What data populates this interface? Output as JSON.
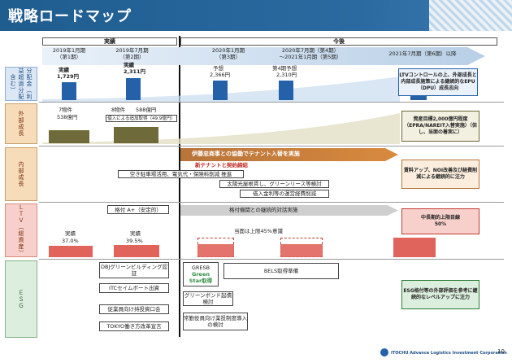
{
  "title": "戦略ロードマップ",
  "header": {
    "actual_label": "実績",
    "future_label": "今後",
    "periods": [
      {
        "line1": "2019年1月期",
        "line2": "（第1期）"
      },
      {
        "line1": "2019年7月期",
        "line2": "（第2期）"
      },
      {
        "line1": "2020年1月期",
        "line2": "（第3期）"
      },
      {
        "line1": "2020年7月期（第4期）",
        "line2": "～2021年1月期（第5期）"
      },
      {
        "line1": "2021年7月期（第6期）以降",
        "line2": ""
      }
    ]
  },
  "rows": {
    "dividend": {
      "label": "分配金（利益超過分配含む）",
      "p1": {
        "status": "実績",
        "value": "1,729円"
      },
      "p2": {
        "status": "実績",
        "value": "2,311円"
      },
      "p3": {
        "status": "予想",
        "value": "2,366円"
      },
      "p4": {
        "status": "第4期予想",
        "value": "2,310円"
      },
      "note": "LTVコントロールの上、外部成長と内部成長施策による継続的なEPU（DPU）成長志向"
    },
    "external": {
      "label": "外部成長",
      "p1_count": "7物件",
      "p1_amount": "538億円",
      "p2_count": "8物件",
      "p2_amount": "588億円",
      "p2_note": "借入による追加取得（49.9億円）",
      "note": "資産目標2,000億円程度（EPRA/NAREIT入替実施）（但し、当面の着実に）"
    },
    "internal": {
      "label": "内部成長",
      "arrow_text": "伊藤忠商事との協働でテナント入替を実施",
      "sub_text": "新テナントと契約締結",
      "box1": "空き駐車場活用、電気代・保険料削減 推進",
      "box2": "太陽光屋根賃し、グリーンリース等検討",
      "box3": "借入金利等の運営経費削減",
      "note": "賃料アップ、NOI改善及び経費削減による継続的に注力"
    },
    "ltv": {
      "label": "ＬＴＶ（総資産）",
      "rating": "格付 A+（安定的）",
      "arrow_text": "格付機関との継続的対話実施",
      "p1_status": "実績",
      "p1_value": "37.0%",
      "p2_status": "実績",
      "p2_value": "39.5%",
      "limit_text": "当面は上限45%意識",
      "note_line1": "中長期的上限目線",
      "note_line2": "50%"
    },
    "esg": {
      "label": "ＥＳＧ",
      "box_dbj": "DBJグリーンビルディング認証",
      "box_itc": "ITCセイムボート出資",
      "box_emp": "従業員向け持投資口会",
      "box_tokyo": "TOKYO働き方改革宣言",
      "box_gresb_1": "GRESB",
      "box_gresb_2": "Green",
      "box_gresb_3": "Star取得",
      "box_bels": "BELS取得準備",
      "box_bond": "グリーンボンド起債検討",
      "box_officer": "常勤役員向け業投制度導入の検討",
      "note": "ESG格付等の外部評価を参考に継続的なレベルアップに注力"
    }
  },
  "footer": {
    "company": "ITOCHU Advance Logistics Investment Corporation",
    "page": "10"
  },
  "colors": {
    "title_bg": "#1f5d8f",
    "label_bg": "#f6dcb8",
    "blue_bar": "#2461a9",
    "olive_bar": "#6e6a3a",
    "red_bar": "#e0645c",
    "orange_arrow": "#d88a3e"
  }
}
